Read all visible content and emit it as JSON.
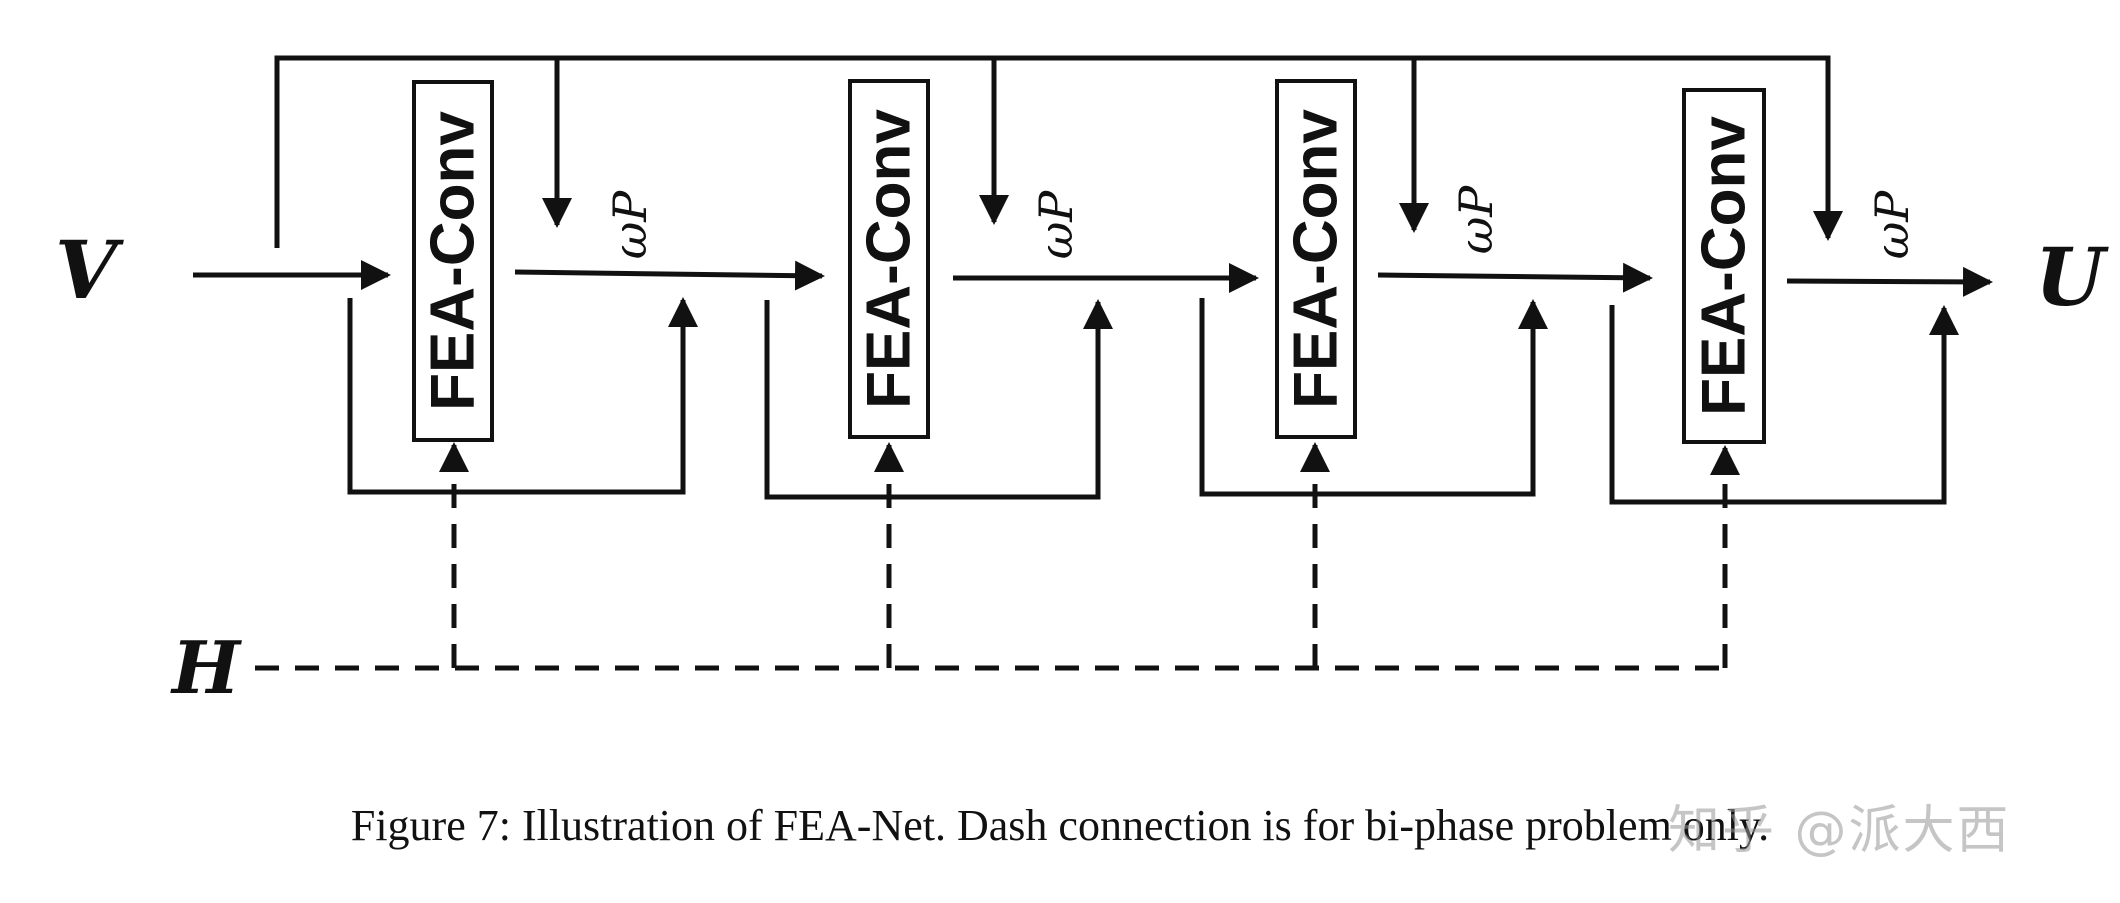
{
  "diagram": {
    "input_label": "V",
    "output_label": "U",
    "hidden_label": "H",
    "blocks": [
      {
        "label": "FEA-Conv",
        "op_label": "ωP"
      },
      {
        "label": "FEA-Conv",
        "op_label": "ωP"
      },
      {
        "label": "FEA-Conv",
        "op_label": "ωP"
      },
      {
        "label": "FEA-Conv",
        "op_label": "ωP"
      }
    ]
  },
  "caption": "Figure 7: Illustration of FEA-Net. Dash connection is for bi-phase problem only.",
  "watermark": "知乎 @派大西"
}
